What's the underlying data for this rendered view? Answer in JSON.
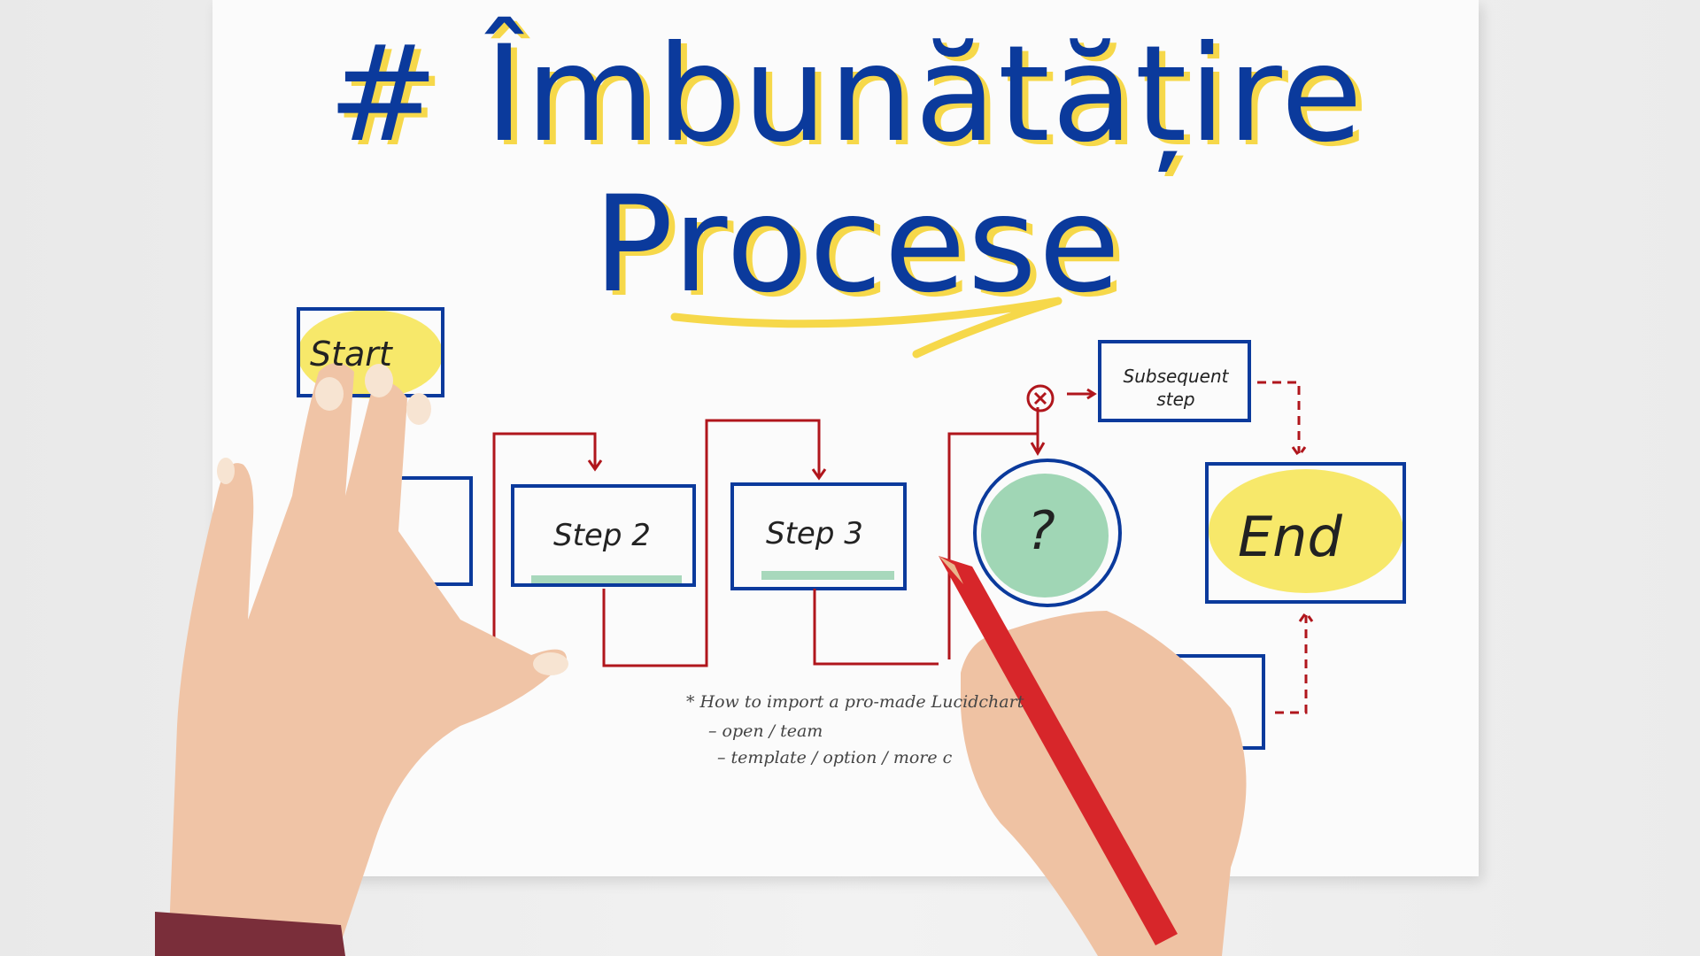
{
  "title": {
    "line1": "# Îmbunătățire",
    "line2": "Procese"
  },
  "flowchart": {
    "start": "Start",
    "step2": "Step 2",
    "step3": "Step 3",
    "decision": "?",
    "subsequent": "Subsequent step",
    "end": "End"
  },
  "notes": [
    "* How to import a pro-made Lucidchart",
    "– open / team",
    "– template / option / more c"
  ],
  "colors": {
    "ink_blue": "#0b3a9c",
    "highlight_yellow": "#f6e65a",
    "highlight_green": "#8fcfa8",
    "arrow_red": "#b0161c",
    "pencil_red": "#d7262a",
    "skin": "#f0c4a6"
  }
}
